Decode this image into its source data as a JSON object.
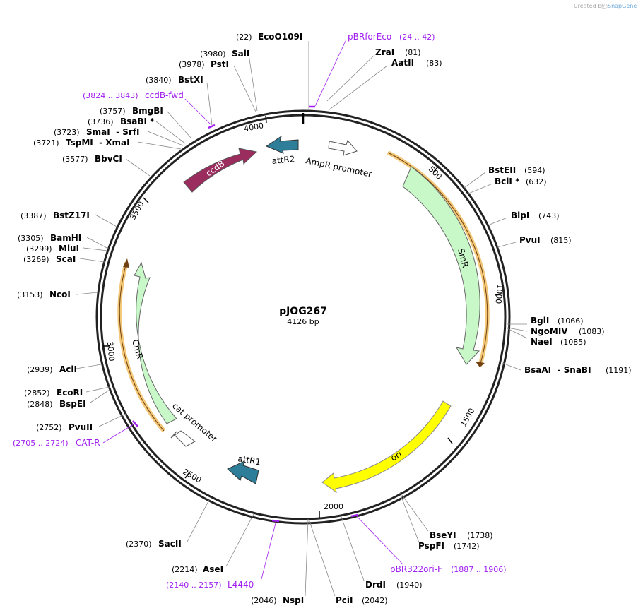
{
  "credit": {
    "prefix": "Created by",
    "brand": "SnapGene"
  },
  "plasmid": {
    "name": "pJOG267",
    "size_label": "4126 bp"
  },
  "colors": {
    "ccdB": "#9b2d5e",
    "att": "#2e7d99",
    "resistance": "#c8f8c8",
    "ori": "#ffff00",
    "orf_outline": "#f0b040",
    "primer": "#a020f0"
  },
  "tick_labels": [
    "500",
    "1000",
    "1500",
    "2000",
    "2500",
    "3000",
    "3500",
    "4000"
  ],
  "features": {
    "ccdB": "ccdB",
    "attR2": "attR2",
    "ampr_promoter": "AmpR promoter",
    "smr": "SmR",
    "ori": "ori",
    "attr1": "attR1",
    "cat_promoter": "cat promoter",
    "cmr": "CmR"
  },
  "sites": [
    {
      "pos": "(22)",
      "name": "EcoO109I"
    },
    {
      "pos": "(81)",
      "name": "ZraI"
    },
    {
      "pos": "(83)",
      "name": "AatII"
    },
    {
      "pos": "(594)",
      "name": "BstEII"
    },
    {
      "pos": "(632)",
      "name": "BclI *"
    },
    {
      "pos": "(743)",
      "name": "BlpI"
    },
    {
      "pos": "(815)",
      "name": "PvuI"
    },
    {
      "pos": "(1066)",
      "name": "BglI"
    },
    {
      "pos": "(1083)",
      "name": "NgoMIV"
    },
    {
      "pos": "(1085)",
      "name": "NaeI"
    },
    {
      "pos": "(1191)",
      "name": "BsaAI  - SnaBI"
    },
    {
      "pos": "(1738)",
      "name": "BseYI"
    },
    {
      "pos": "(1742)",
      "name": "PspFI"
    },
    {
      "pos": "(1940)",
      "name": "DrdI"
    },
    {
      "pos": "(2042)",
      "name": "PciI"
    },
    {
      "pos": "(2046)",
      "name": "NspI"
    },
    {
      "pos": "(2214)",
      "name": "AseI"
    },
    {
      "pos": "(2370)",
      "name": "SacII"
    },
    {
      "pos": "(2752)",
      "name": "PvuII"
    },
    {
      "pos": "(2848)",
      "name": "BspEI"
    },
    {
      "pos": "(2852)",
      "name": "EcoRI"
    },
    {
      "pos": "(2939)",
      "name": "AclI"
    },
    {
      "pos": "(3153)",
      "name": "NcoI"
    },
    {
      "pos": "(3269)",
      "name": "ScaI"
    },
    {
      "pos": "(3299)",
      "name": "MluI"
    },
    {
      "pos": "(3305)",
      "name": "BamHI"
    },
    {
      "pos": "(3387)",
      "name": "BstZ17I"
    },
    {
      "pos": "(3577)",
      "name": "BbvCI"
    },
    {
      "pos": "(3721)",
      "name": "TspMI  - XmaI"
    },
    {
      "pos": "(3723)",
      "name": "SmaI  - SrfI"
    },
    {
      "pos": "(3736)",
      "name": "BsaBI *"
    },
    {
      "pos": "(3757)",
      "name": "BmgBI"
    },
    {
      "pos": "(3840)",
      "name": "BstXI"
    },
    {
      "pos": "(3978)",
      "name": "PstI"
    },
    {
      "pos": "(3980)",
      "name": "SalI"
    }
  ],
  "primers": [
    {
      "name": "pBRforEco",
      "range": "(24 .. 42)"
    },
    {
      "name": "pBR322ori-F",
      "range": "(1887 .. 1906)"
    },
    {
      "name": "L4440",
      "range": "(2140 .. 2157)"
    },
    {
      "name": "CAT-R",
      "range": "(2705 .. 2724)"
    },
    {
      "name": "ccdB-fwd",
      "range": "(3824 .. 3843)"
    }
  ]
}
